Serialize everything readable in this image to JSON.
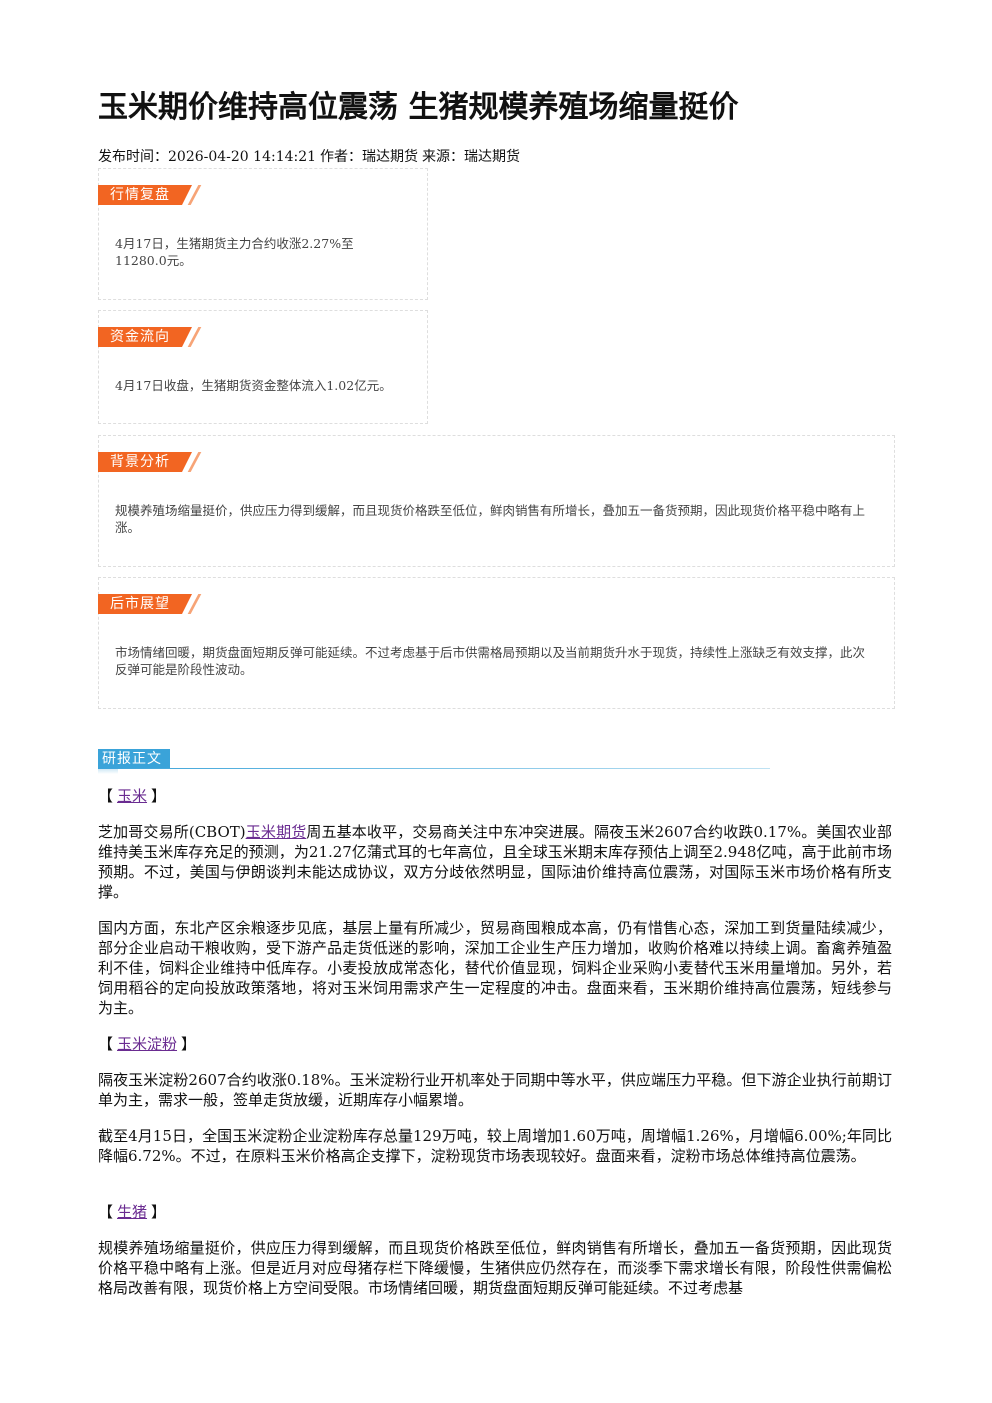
{
  "title": "玉米期价维持高位震荡 生猪规模养殖场缩量挺价",
  "meta": {
    "publish_time": "发布时间：2026-04-20 14:14:21",
    "author": "作者：瑞达期货",
    "source": "来源：瑞达期货"
  },
  "boxes": {
    "market_review": {
      "tag": "行情复盘",
      "text": "4月17日，生猪期货主力合约收涨2.27%至11280.0元。"
    },
    "capital_flow": {
      "tag": "资金流向",
      "text": "4月17日收盘，生猪期货资金整体流入1.02亿元。"
    },
    "background": {
      "tag": "背景分析",
      "text": "规模养殖场缩量挺价，供应压力得到缓解，而且现货价格跌至低位，鲜肉销售有所增长，叠加五一备货预期，因此现货价格平稳中略有上涨。"
    },
    "outlook": {
      "tag": "后市展望",
      "text": "市场情绪回暖，期货盘面短期反弹可能延续。不过考虑基于后市供需格局预期以及当前期货升水于现货，持续性上涨缺乏有效支撑，此次反弹可能是阶段性波动。"
    }
  },
  "report": {
    "tag": "研报正文",
    "corn": {
      "bracket_open": "【",
      "bracket_close": "】",
      "heading": "玉米",
      "p1_prefix": "芝加哥交易所(CBOT)",
      "p1_link": "玉米期货",
      "p1_rest": "周五基本收平，交易商关注中东冲突进展。隔夜玉米2607合约收跌0.17%。美国农业部维持美玉米库存充足的预测，为21.27亿蒲式耳的七年高位，且全球玉米期末库存预估上调至2.948亿吨，高于此前市场预期。不过，美国与伊朗谈判未能达成协议，双方分歧依然明显，国际油价维持高位震荡，对国际玉米市场价格有所支撑。",
      "p2": "国内方面，东北产区余粮逐步见底，基层上量有所减少，贸易商囤粮成本高，仍有惜售心态，深加工到货量陆续减少，部分企业启动干粮收购，受下游产品走货低迷的影响，深加工企业生产压力增加，收购价格难以持续上调。畜禽养殖盈利不佳，饲料企业维持中低库存。小麦投放成常态化，替代价值显现，饲料企业采购小麦替代玉米用量增加。另外，若饲用稻谷的定向投放政策落地，将对玉米饲用需求产生一定程度的冲击。盘面来看，玉米期价维持高位震荡，短线参与为主。"
    },
    "starch": {
      "heading": "玉米淀粉",
      "p1": "隔夜玉米淀粉2607合约收涨0.18%。玉米淀粉行业开机率处于同期中等水平，供应端压力平稳。但下游企业执行前期订单为主，需求一般，签单走货放缓，近期库存小幅累增。",
      "p2": "截至4月15日，全国玉米淀粉企业淀粉库存总量129万吨，较上周增加1.60万吨，周增幅1.26%，月增幅6.00%;年同比降幅6.72%。不过，在原料玉米价格高企支撑下，淀粉现货市场表现较好。盘面来看，淀粉市场总体维持高位震荡。"
    },
    "hog": {
      "heading": "生猪",
      "p1": "规模养殖场缩量挺价，供应压力得到缓解，而且现货价格跌至低位，鲜肉销售有所增长，叠加五一备货预期，因此现货价格平稳中略有上涨。但是近月对应母猪存栏下降缓慢，生猪供应仍然存在，而淡季下需求增长有限，阶段性供需偏松格局改善有限，现货价格上方空间受限。市场情绪回暖，期货盘面短期反弹可能延续。不过考虑基"
    }
  },
  "colors": {
    "tag_orange": "#f26522",
    "tag_blue": "#3aa3d9",
    "link_purple": "#6a2c91"
  }
}
